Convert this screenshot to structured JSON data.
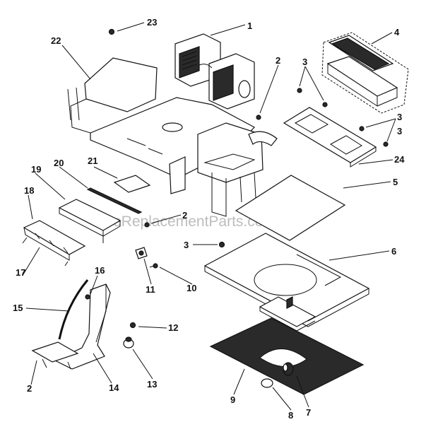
{
  "watermark": "eReplacementParts.com",
  "callouts": [
    "1",
    "2",
    "3",
    "4",
    "5",
    "6",
    "7",
    "8",
    "9",
    "10",
    "11",
    "12",
    "13",
    "14",
    "15",
    "16",
    "17",
    "18",
    "19",
    "20",
    "21",
    "22",
    "23",
    "24"
  ],
  "callout_extra": {
    "two_b": "2",
    "two_c": "2",
    "three_b": "3",
    "three_c": "3",
    "three_d": "3"
  }
}
